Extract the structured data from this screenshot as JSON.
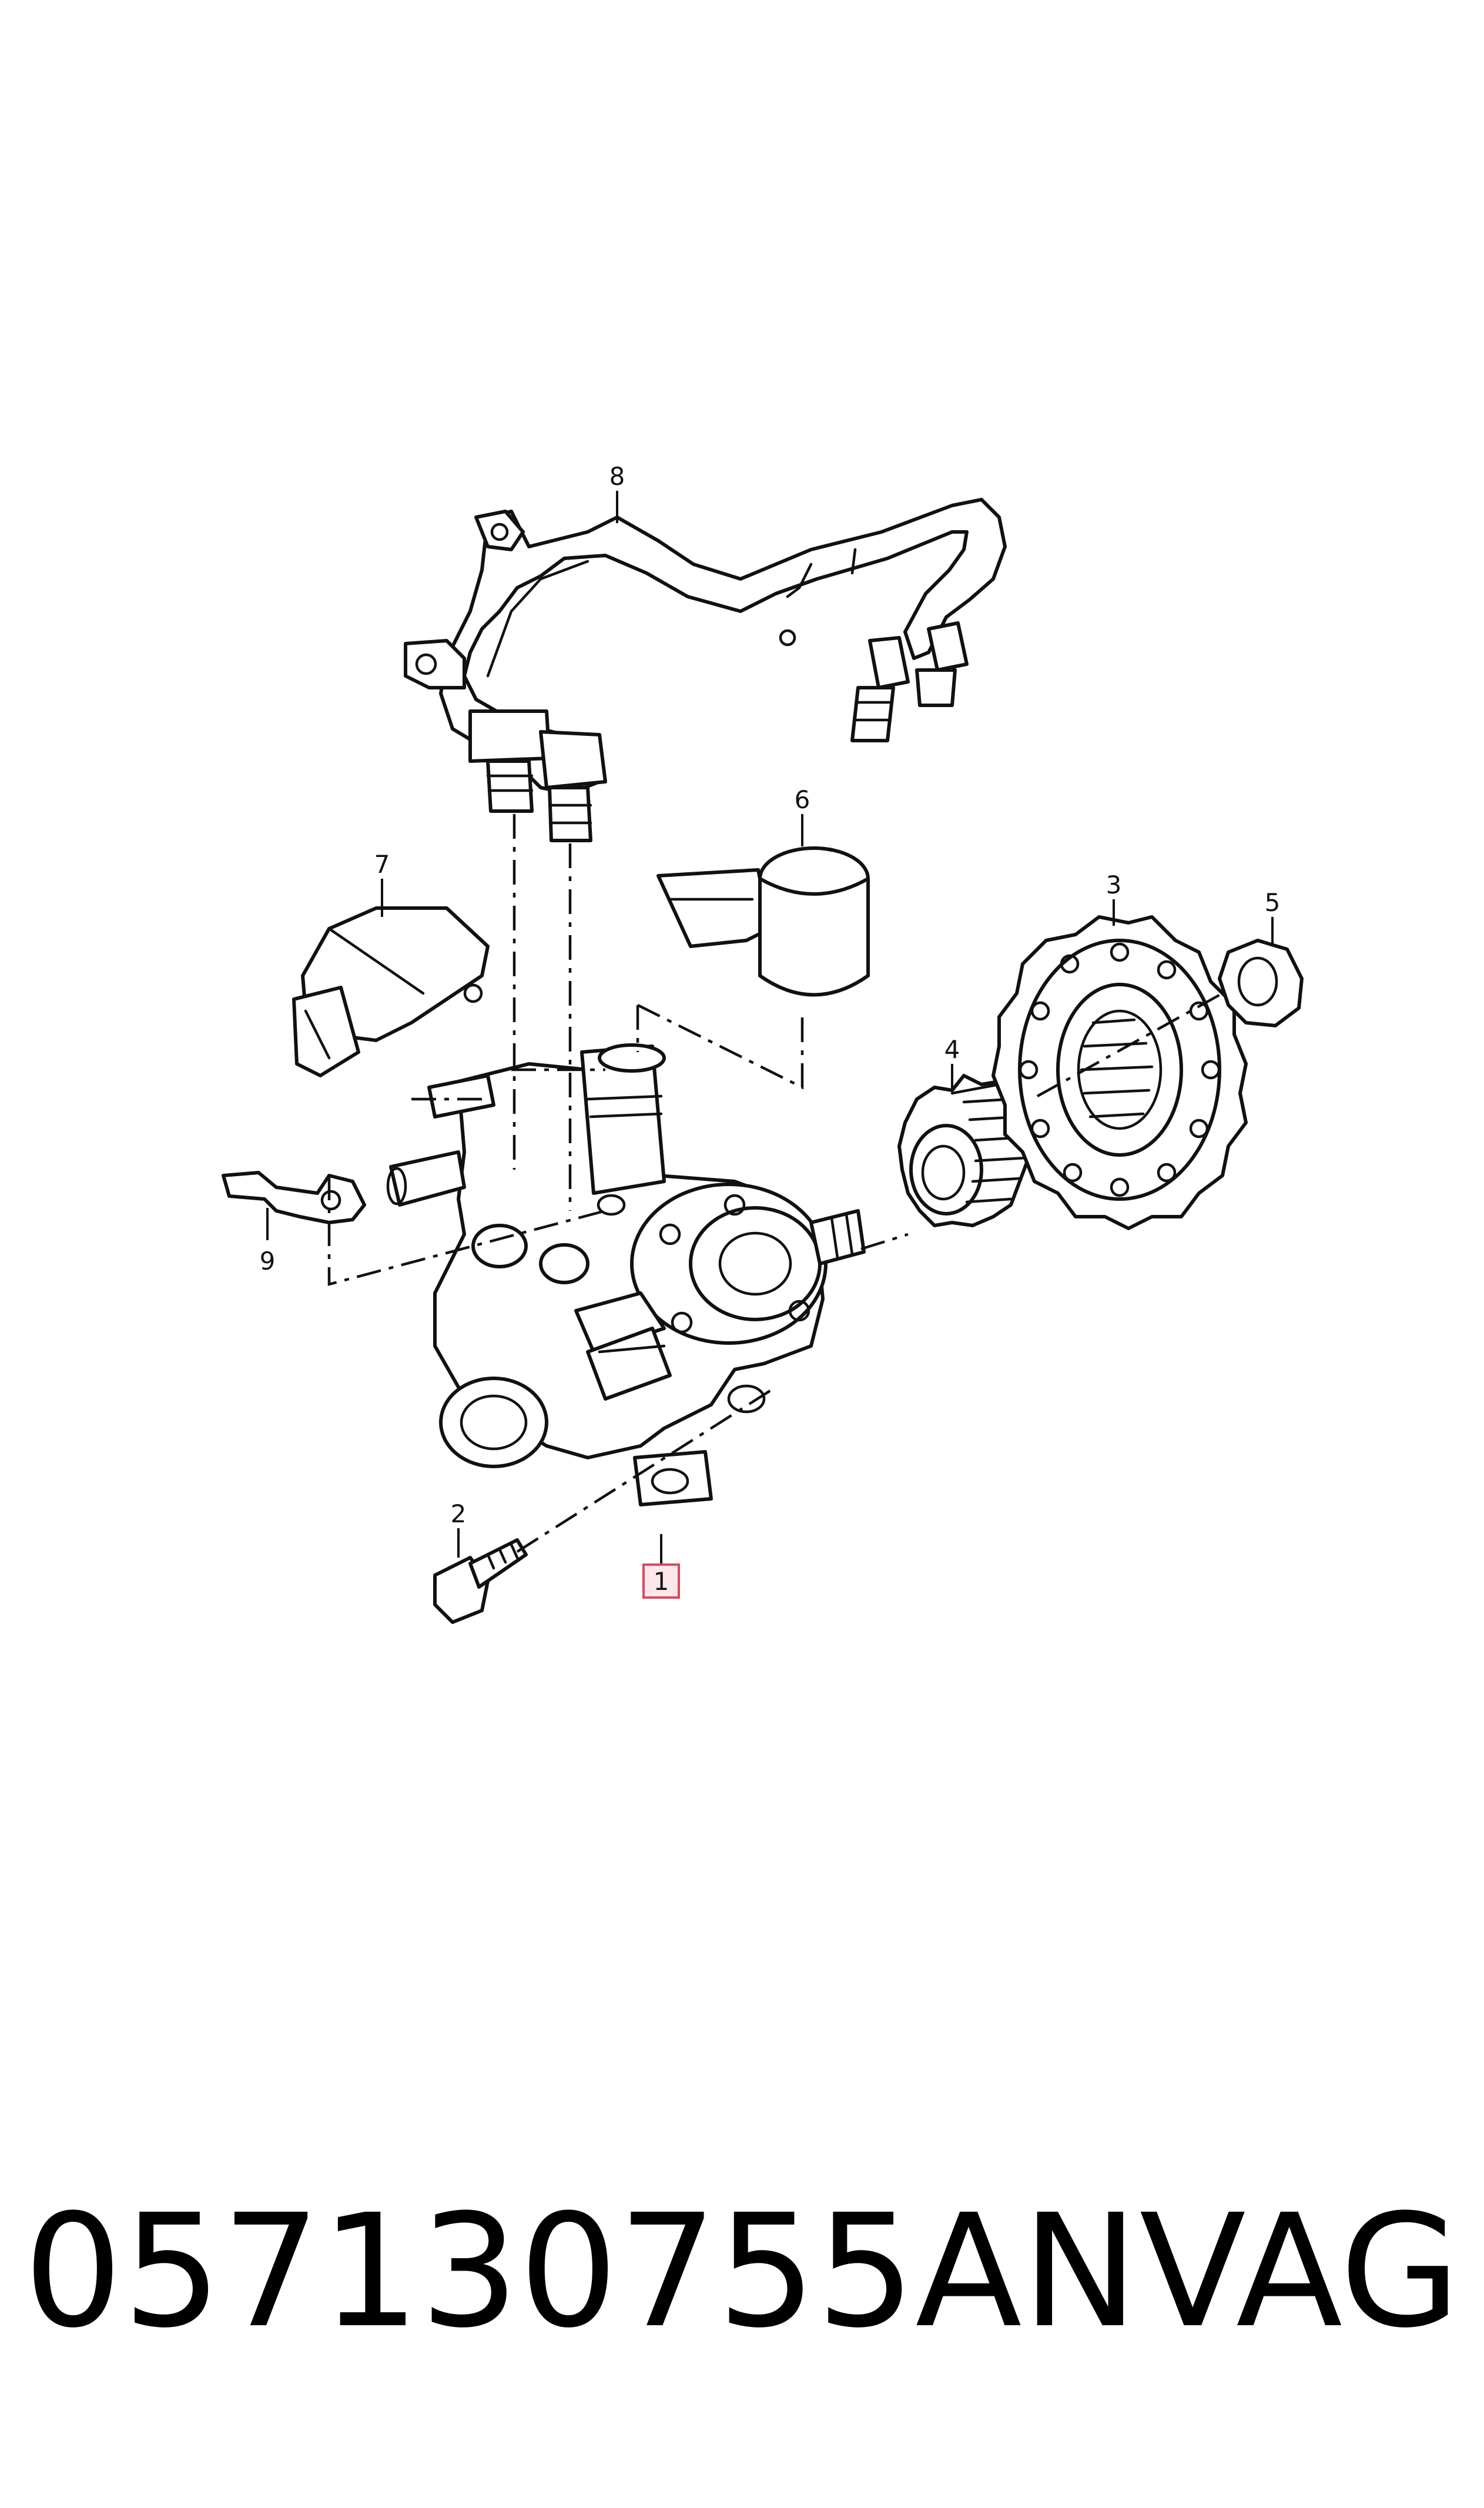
{
  "diagram": {
    "callouts": {
      "c1": "1",
      "c2": "2",
      "c3": "3",
      "c4": "4",
      "c5": "5",
      "c6": "6",
      "c7": "7",
      "c8": "8",
      "c9": "9"
    },
    "highlighted_callout": "1",
    "highlight_color": "#d94a5f"
  },
  "footer": {
    "part_number": "057130755AN",
    "brand": "VAG"
  }
}
